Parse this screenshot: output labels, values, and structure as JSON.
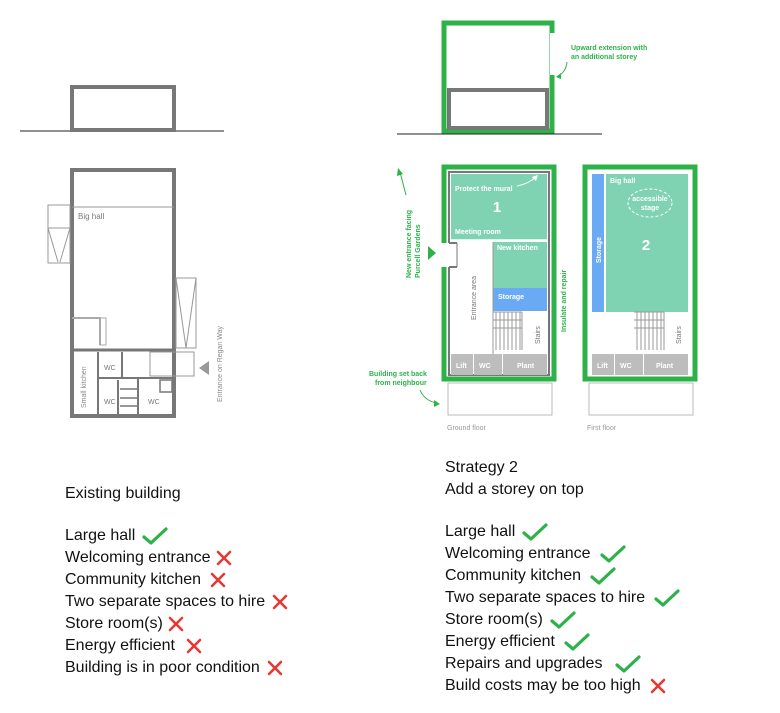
{
  "colors": {
    "accent": "#2db24a",
    "accent_fill": "#7fd3b2",
    "storage_blue": "#6aa9f4",
    "wall_gray": "#777777",
    "service_gray": "#bdbdbd",
    "cross_red": "#e53935"
  },
  "existing": {
    "labels": {
      "big_hall": "Big hall",
      "small_kitchen": "Small kitchen",
      "wc": "WC",
      "entrance": "Entrance on Regan Way"
    },
    "title": "Existing building",
    "items": [
      {
        "label": "Large hall",
        "status": "check"
      },
      {
        "label": "Welcoming entrance",
        "status": "cross"
      },
      {
        "label": "Community kitchen",
        "status": "cross"
      },
      {
        "label": "Two separate spaces to hire",
        "status": "cross"
      },
      {
        "label": "Store room(s)",
        "status": "cross"
      },
      {
        "label": "Energy efficient",
        "status": "cross"
      },
      {
        "label": "Building is in poor condition",
        "status": "cross"
      }
    ]
  },
  "strategy": {
    "labels": {
      "upward_ext": "Upward extension with",
      "upward_ext2": "an additional storey",
      "new_entrance": "New entrance facing",
      "new_entrance2": "Purcell Gardens",
      "protect_mural": "Protect the mural",
      "space1": "1",
      "meeting_room": "Meeting room",
      "new_kitchen": "New kitchen",
      "entrance_area": "Entrance area",
      "storage": "Storage",
      "stairs": "Stairs",
      "insulate": "Insulate and repair",
      "lift": "Lift",
      "wc": "WC",
      "plant": "Plant",
      "setback": "Building set back",
      "setback2": "from neighbour",
      "ground_floor": "Ground floor",
      "big_hall": "Big hall",
      "accessible": "accessible",
      "stage": "stage",
      "space2": "2",
      "first_floor": "First floor"
    },
    "title1": "Strategy 2",
    "title2": "Add a storey on top",
    "items": [
      {
        "label": "Large hall",
        "status": "check"
      },
      {
        "label": "Welcoming entrance",
        "status": "check"
      },
      {
        "label": "Community kitchen",
        "status": "check"
      },
      {
        "label": "Two separate spaces to hire",
        "status": "check"
      },
      {
        "label": "Store room(s)",
        "status": "check"
      },
      {
        "label": "Energy efficient",
        "status": "check"
      },
      {
        "label": "Repairs and upgrades",
        "status": "check"
      },
      {
        "label": "Build costs may be too high",
        "status": "cross"
      }
    ]
  }
}
